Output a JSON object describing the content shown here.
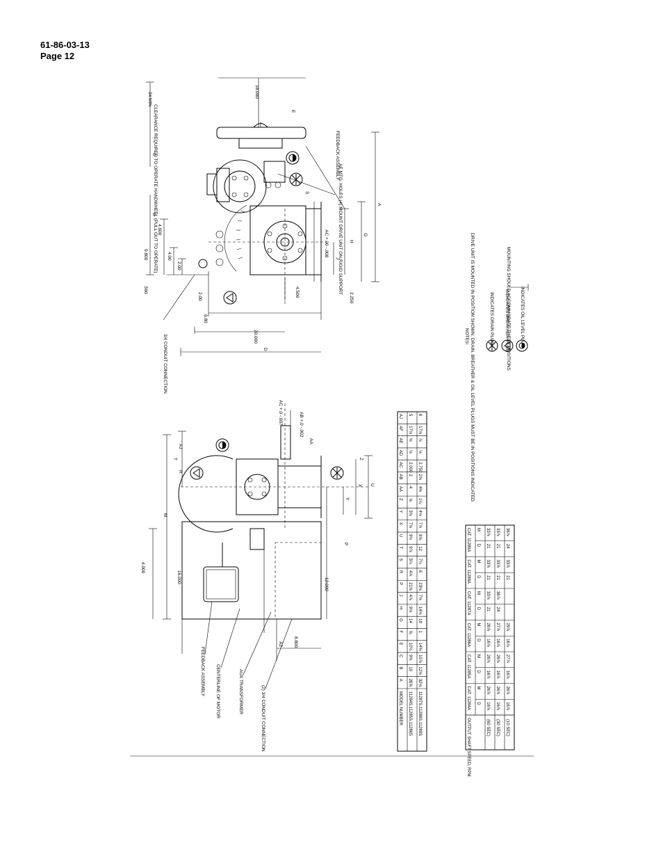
{
  "header": {
    "doc_number": "61-86-03-13",
    "page": "Page 12"
  },
  "side_view": {
    "labels": {
      "clearance": "CLEARANCE REQUIRED TO OPERATE HANDWHEEL (PULL OUT TO OPERATE)",
      "min_24": "24 MIN.",
      "dim_18": "18.000",
      "feedback": "FEEDBACK ASSEMBLY",
      "mtg_holes": "AE MTG. HOLES (4) MOUNT DRIVE UNIT ON RIGID SUPPORT",
      "conduit": "3/4 CONDUIT CONNECTION",
      "dim_4600": "4.600",
      "dim_9800": "9.800",
      "dim_400": "4.00",
      "dim_200": "2.00",
      "dim_560": ".560",
      "dim_200b": "2.00",
      "dim_680": "6.80",
      "dim_20": "20.000",
      "dim_4500": "4.500",
      "dim_2250": "2.250",
      "ac_tol": "AC +.00 -.008"
    },
    "letters": [
      "E",
      "C",
      "S",
      "B",
      "A",
      "H",
      "G",
      "J",
      "D"
    ]
  },
  "notes": {
    "title": "NOTES:",
    "note1": "DRIVE UNIT IS MOUNTED IN POSITION SHOWN. DRAIN, BREATHER & OIL LEVEL PLUGS MUST BE IN POSITIONS INDICATED.",
    "drain": "INDICATES DRAIN PLUG",
    "breather": "INDICATES BREATHER PLUG",
    "oil": "INDICATES OIL LEVEL PLUG",
    "mounting": "MOUNTING SHOULD ACCOMMODATE THESE POSITIONS"
  },
  "top_view": {
    "labels": {
      "feedback": "FEEDBACK ASSEMBLY",
      "motor": "CENTERLINE OF MOTOR",
      "aux": "AUX TRANSFORMER",
      "conduit2": "(2) 3/4 CONDUIT CONNECTION",
      "dim_4000": "4.000",
      "dim_16": "16.000",
      "dim_12": "12.000",
      "dim_8800": "8.800",
      "ab_tol": "AB +.0 -.002",
      "ac_tol": "AC +.0 -.007"
    },
    "letters": [
      "M",
      "T",
      "AJ",
      "R",
      "P",
      "U",
      "X",
      "Y",
      "Z",
      "AA",
      "A2"
    ]
  },
  "dim_table": {
    "headers": [
      "MODEL NUMBER",
      "A",
      "B",
      "C",
      "E",
      "F",
      "G",
      "H",
      "J",
      "P",
      "R",
      "S",
      "T",
      "U",
      "X",
      "Y",
      "Z",
      "AA",
      "AB",
      "AC",
      "AD",
      "AE",
      "AF",
      "AJ"
    ],
    "rows": [
      [
        "11284S,11285S,11286S",
        "26⅝",
        "10",
        "9⅜",
        "10½",
        "⅝",
        "14",
        "9⅛",
        "4⅞",
        "21⅜",
        "4⅞",
        "5¼",
        "9⅞",
        "9½",
        "7⅛",
        "3⅜",
        "⅝",
        "4",
        "2",
        "2.000",
        "⅛",
        "⅝",
        "17⅛",
        "5"
      ],
      [
        "11287S,11288S,11289S",
        "32⅛",
        "12⅛",
        "10⅞",
        "14⅜",
        "1",
        "19",
        "14⅛",
        "7⅛",
        "23⅛",
        "6",
        "7¼",
        "12",
        "9⅝",
        "7⅞",
        "4⅛",
        "1¼",
        "4⅜",
        "2⅝",
        "2.750",
        "⅛",
        "⅞",
        "17⅛",
        "6"
      ]
    ]
  },
  "speed_table": {
    "title": "OUTPUT SHAFT SPEED, RPM.",
    "cats": [
      "CAT. 11284A",
      "CAT. 11285A",
      "CAT. 11286A",
      "CAT. 11287A",
      "CAT. 11288A",
      "CAT. 11289A"
    ],
    "sub": [
      "D",
      "M",
      "D",
      "M",
      "D",
      "M",
      "D",
      "M",
      "D",
      "M",
      "D",
      "M"
    ],
    "rows": [
      [
        "(60 SEC)",
        "16⅞",
        "26⅞",
        "16⅞",
        "26⅞",
        "16⅞",
        "26⅞",
        "21",
        "33⅞",
        "21",
        "33⅞",
        "21",
        "33⅞"
      ],
      [
        "(30 SEC)",
        "16⅞",
        "26⅞",
        "16⅞",
        "26⅞",
        "16⅞",
        "27⅞",
        "24",
        "36⅞",
        "21",
        "33⅞",
        "21",
        "33⅞"
      ],
      [
        "(10 SEC)",
        "16⅞",
        "26⅞",
        "16⅞",
        "27⅞",
        "16⅞",
        "29⅞",
        "",
        "",
        "21",
        "33⅞",
        "24",
        "36⅞"
      ]
    ]
  }
}
